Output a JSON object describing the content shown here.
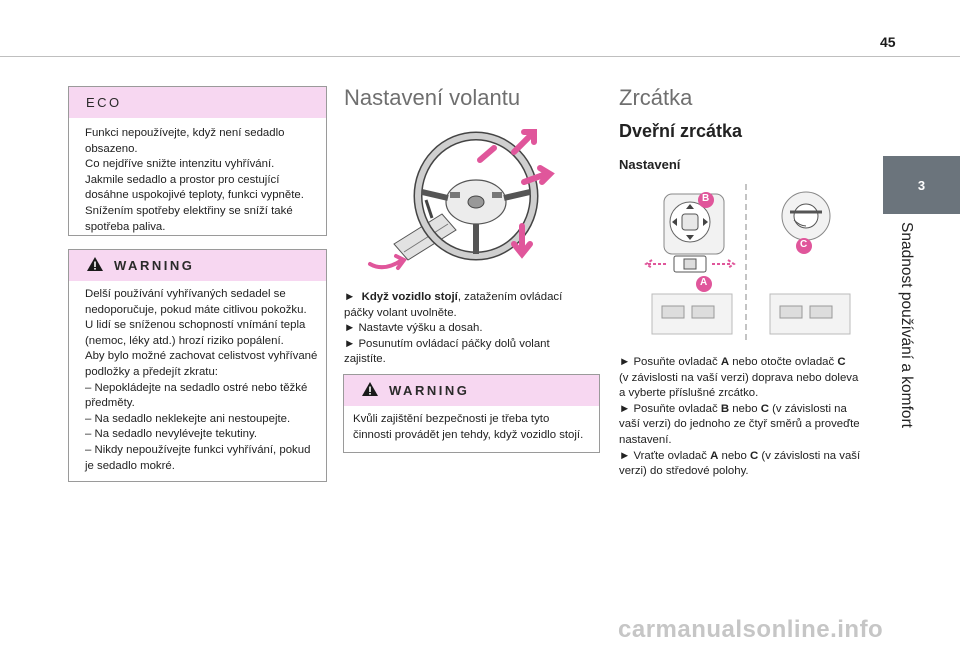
{
  "page": {
    "number": "45"
  },
  "side": {
    "tab": "3",
    "title": "Snadnost používání a komfort"
  },
  "left": {
    "eco": {
      "title": "ECO",
      "lines": [
        "Funkci nepoužívejte, když není sedadlo",
        "obsazeno.",
        "Co nejdříve snižte intenzitu vyhřívání.",
        "Jakmile sedadlo a prostor pro cestující",
        "dosáhne uspokojivé teploty, funkci vypněte.",
        "Snížením spotřeby elektřiny se sníží také",
        "spotřeba paliva."
      ]
    },
    "warning": {
      "title": "WARNING",
      "lines": [
        "Delší používání vyhřívaných sedadel se",
        "nedoporučuje, pokud máte citlivou pokožku.",
        "U lidí se sníženou schopností vnímání tepla",
        "(nemoc, léky atd.) hrozí riziko popálení.",
        "Aby bylo možné zachovat celistvost vyhřívané",
        "podložky a předejít zkratu:",
        "–  Nepokládejte na sedadlo ostré nebo těžké",
        "předměty.",
        "–  Na sedadlo neklekejte ani nestoupejte.",
        "–  Na sedadlo nevylévejte tekutiny.",
        "–  Nikdy nepoužívejte funkci vyhřívání, pokud",
        "je sedadlo mokré."
      ]
    }
  },
  "middle": {
    "title": "Nastavení volantu",
    "steps": {
      "s1_arrow": "►",
      "s1_bold": "Když vozidlo stojí",
      "s1_rest": ", zatažením ovládací",
      "s1_cont": "páčky volant uvolněte.",
      "s2": "►  Nastavte výšku a dosah.",
      "s3": "►  Posunutím ovládací páčky dolů volant",
      "s3_cont": "zajistíte."
    },
    "warning": {
      "title": "WARNING",
      "lines": [
        "Kvůli zajištění bezpečnosti je třeba tyto",
        "činnosti provádět jen tehdy, když vozidlo stojí."
      ]
    }
  },
  "right": {
    "title": "Zrcátka",
    "subtitle": "Dveřní zrcátka",
    "section": "Nastavení",
    "fig_labels": {
      "a": "A",
      "b": "B",
      "c": "C"
    },
    "steps": {
      "p1_a": "►  Posuňte ovladač ",
      "p1_A": "A",
      "p1_b": " nebo otočte ovladač ",
      "p1_C": "C",
      "p1_l2": "(v závislosti na vaší verzi) doprava nebo doleva",
      "p1_l3": "a vyberte příslušné zrcátko.",
      "p2_a": "►  Posuňte ovladač ",
      "p2_B": "B",
      "p2_b": " nebo ",
      "p2_C": "C",
      "p2_c": " (v závislosti na",
      "p2_l2": "vaší verzi) do jednoho ze čtyř směrů a proveďte",
      "p2_l3": "nastavení.",
      "p3_a": "►  Vraťte ovladač ",
      "p3_A": "A",
      "p3_b": " nebo ",
      "p3_C": "C",
      "p3_c": " (v závislosti na vaší",
      "p3_l2": "verzi) do středové polohy."
    }
  },
  "watermark": "carmanualsonline.info",
  "colors": {
    "accent_pink": "#f7d7f1",
    "arrow_pink": "#e0569b",
    "tab_gray": "#6b747c"
  }
}
